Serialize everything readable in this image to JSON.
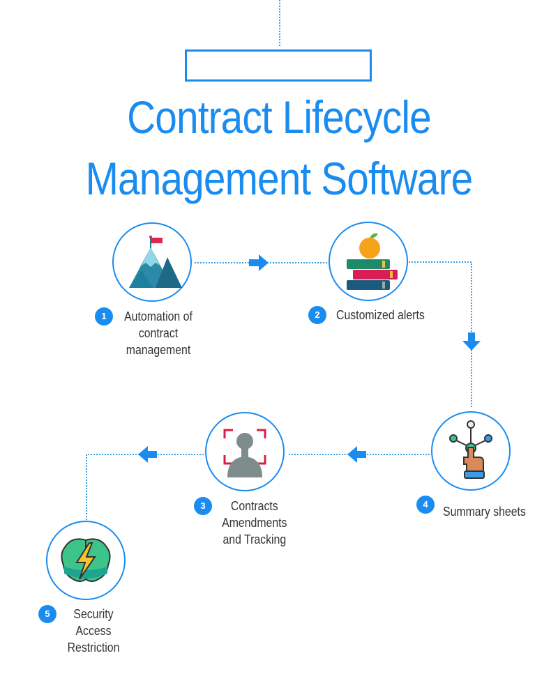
{
  "title": {
    "line1": "Contract Lifecycle",
    "line2": "Management Software"
  },
  "colors": {
    "accent": "#1a8cf0",
    "connector": "#3aa0e8",
    "text": "#333333"
  },
  "steps": [
    {
      "number": "1",
      "label_lines": [
        "Automation of",
        "contract",
        "management"
      ],
      "icon": "mountain-flag-icon"
    },
    {
      "number": "2",
      "label_lines": [
        "Customized alerts"
      ],
      "icon": "books-apple-icon"
    },
    {
      "number": "3",
      "label_lines": [
        "Contracts",
        "Amendments",
        "and Tracking"
      ],
      "icon": "person-scan-icon"
    },
    {
      "number": "4",
      "label_lines": [
        "Summary sheets"
      ],
      "icon": "hand-network-icon"
    },
    {
      "number": "5",
      "label_lines": [
        "Security",
        "Access",
        "Restriction"
      ],
      "icon": "brain-lightning-icon"
    }
  ]
}
